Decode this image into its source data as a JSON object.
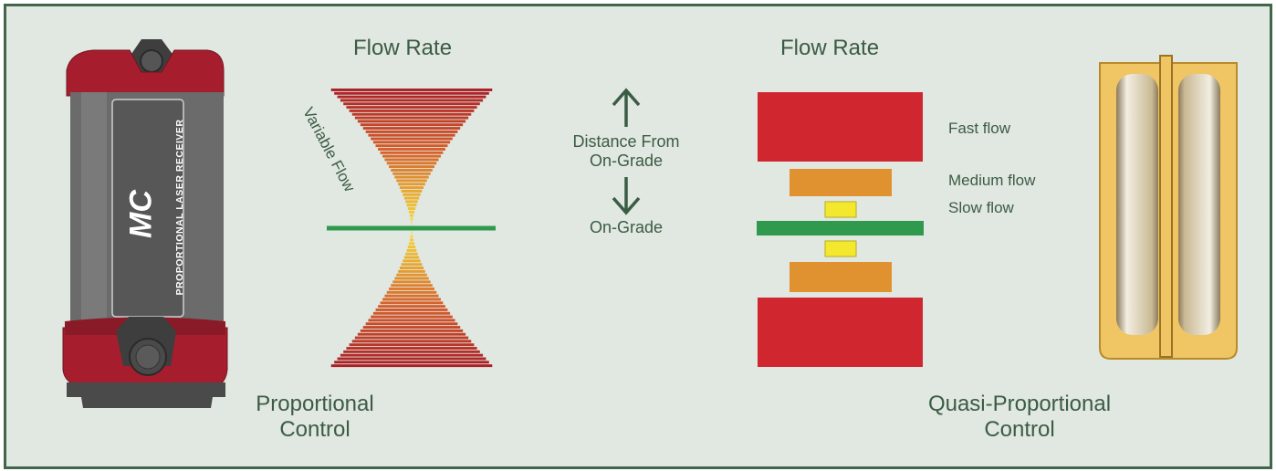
{
  "left_panel": {
    "device_logo": "MC",
    "device_text": "PROPORTIONAL LASER RECEIVER",
    "flow_rate_title": "Flow Rate",
    "variable_flow_label": "Variable Flow",
    "caption_line1": "Proportional",
    "caption_line2": "Control"
  },
  "center": {
    "distance_line1": "Distance From",
    "distance_line2": "On-Grade",
    "on_grade_label": "On-Grade"
  },
  "right_panel": {
    "flow_rate_title": "Flow Rate",
    "fast_label": "Fast flow",
    "medium_label": "Medium flow",
    "slow_label": "Slow flow",
    "caption_line1": "Quasi-Proportional",
    "caption_line2": "Control"
  },
  "colors": {
    "background": "#e1e7e1",
    "border": "#41664a",
    "text": "#3b5c44",
    "fast": "#cf2630",
    "medium": "#e19230",
    "slow": "#f4e82f",
    "on_grade": "#2f9a4d",
    "receiver_body": "#6b6b6b",
    "receiver_caps": "#a61e2e"
  }
}
